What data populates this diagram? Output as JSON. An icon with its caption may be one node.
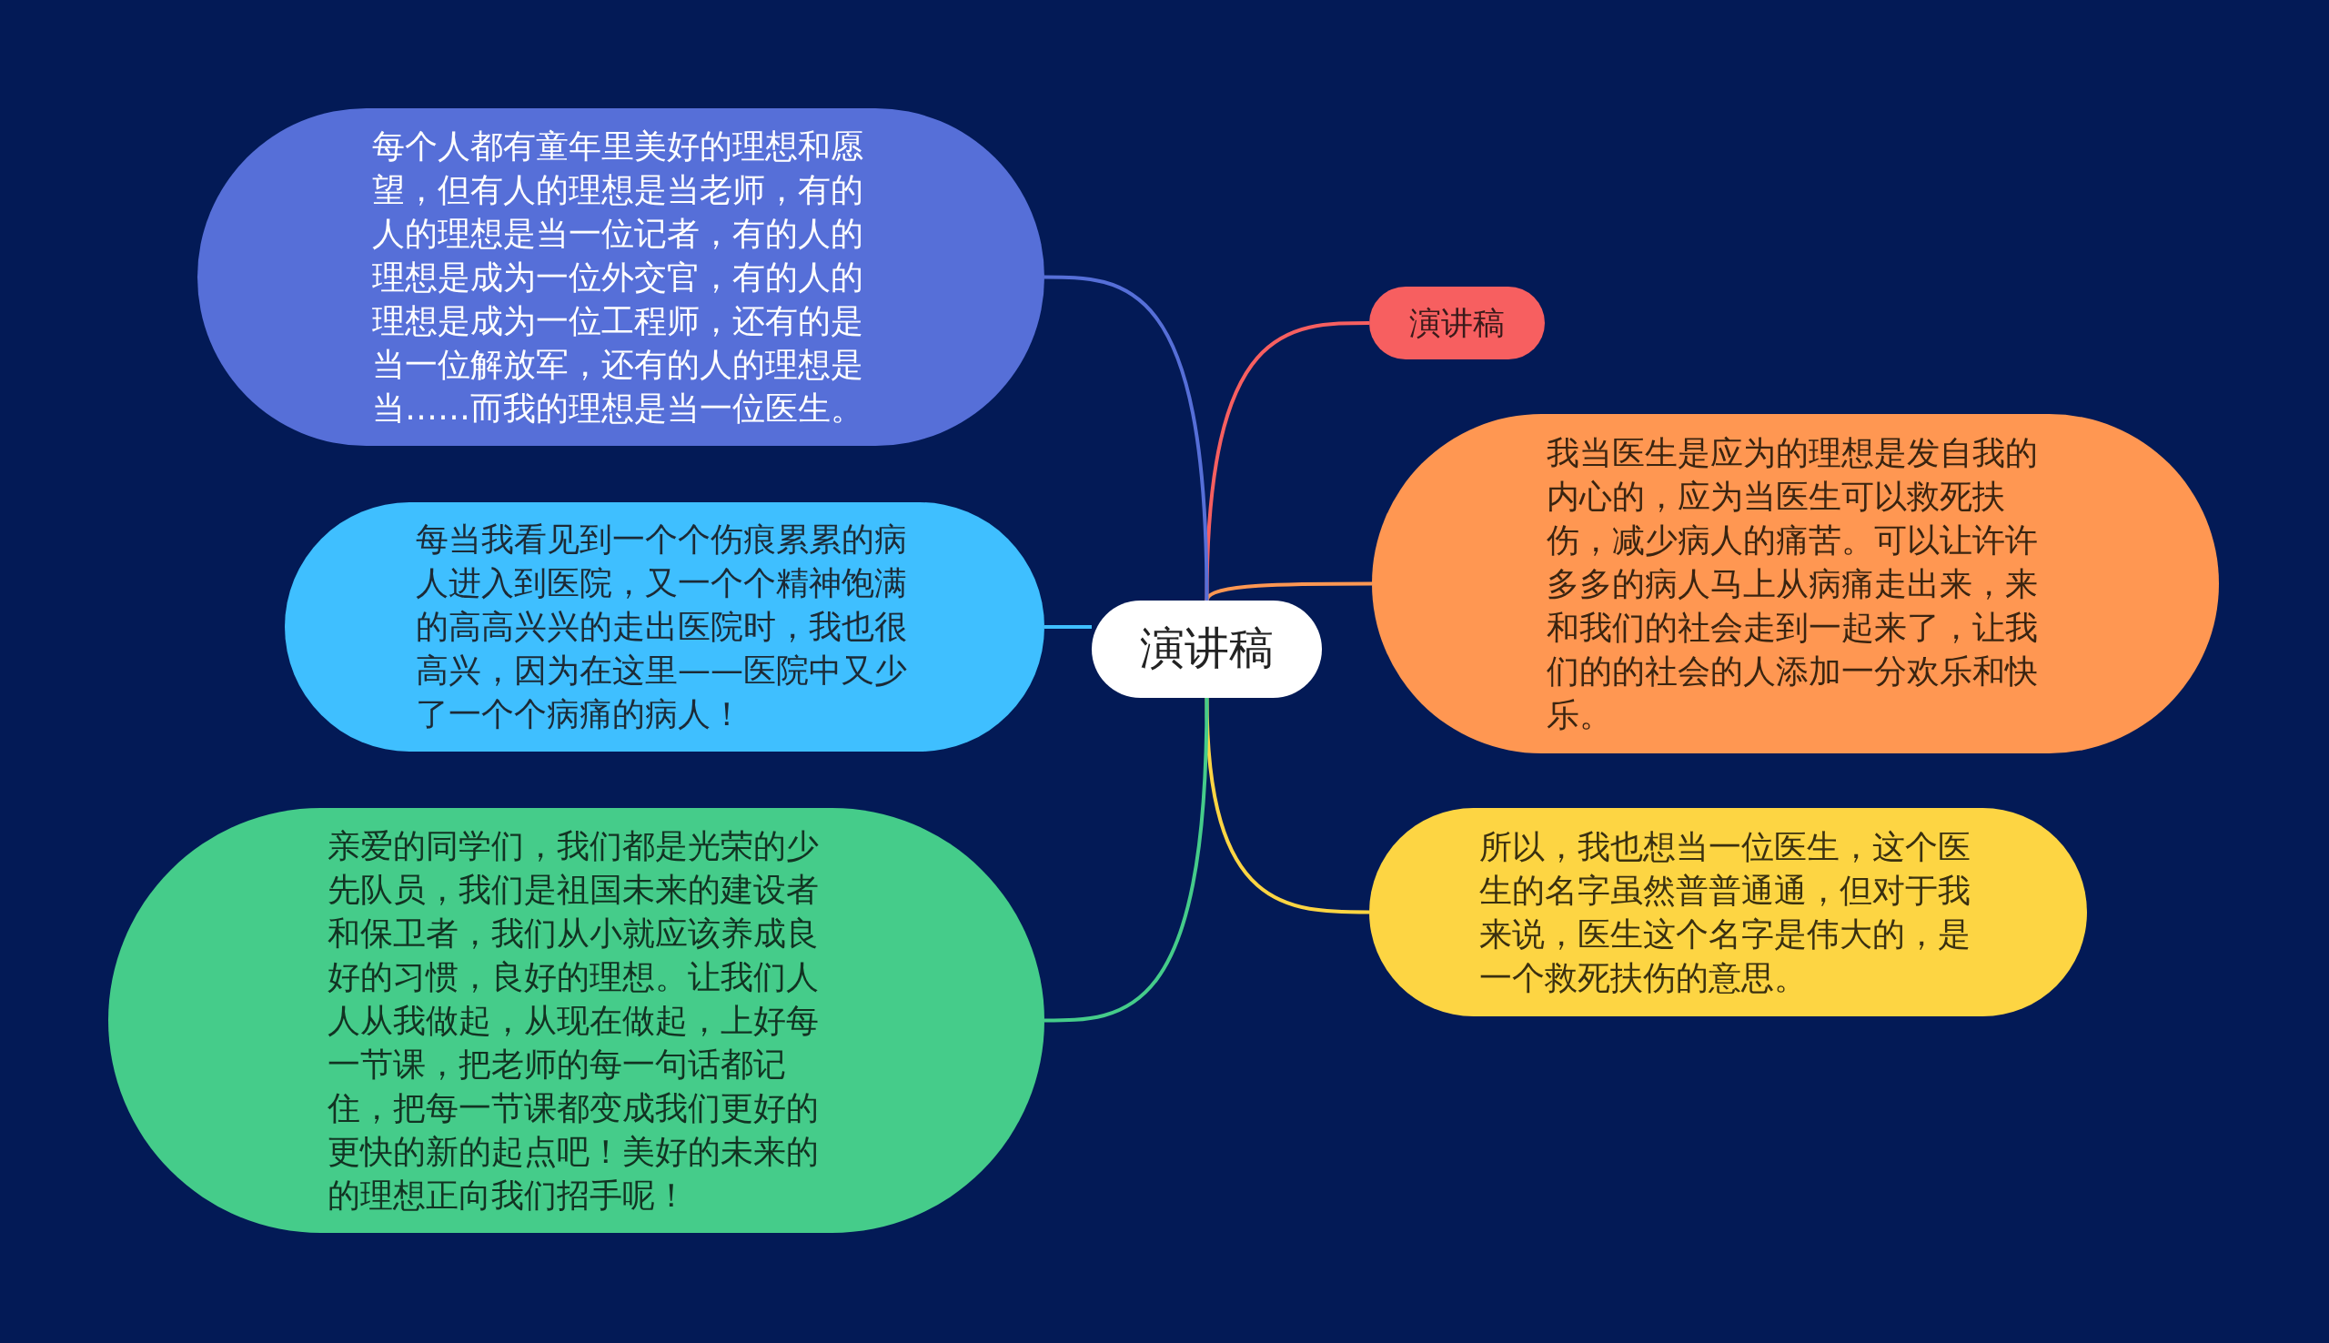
{
  "diagram": {
    "nodes": [
      {
        "text": [
          "演讲稿"
        ]
      },
      {
        "text": [
          "演讲稿"
        ]
      },
      {
        "text": [
          "我当医生是应为的理想是发自我的内心的，应为当医生可以救死扶伤，减少病人的痛苦。可以让许许多多的病人马上从病痛走出来，来和我们的社会走到一起来了，让我们的的社会的人添加一分欢乐和快乐。"
        ]
      },
      {
        "text": [
          "所以，我也想当一位医生，这个医生的名字虽然普普通通，但对于我来说，医生这个名字是伟大的，是一个救死扶伤的意思。"
        ]
      },
      {
        "text": [
          "每个人都有童年里美好的理想和愿望，但有人的理想是当老师，有的人的理想是当一位记者，有的人的理想是成为一位外交官，有的人的理想是成为一位工程师，还有的是当一位解放军，还有的人的理想是当……而我的理想是当一位医生。"
        ]
      },
      {
        "text": [
          "每当我看见到一个个伤痕累累的病人进入到医院，又一个个精神饱满的高高兴兴的走出医院时，我也很高兴，因为在这里——医院中又少了一个个病痛的病人！"
        ]
      },
      {
        "text": [
          "亲爱的同学们，我们都是光荣的少先队员，我们是祖国未来的建设者和保卫者，我们从小就应该养成良好的习惯，良好的理想。让我们人人从我做起，从现在做起，上好每一节课，把老师的每一句话都记住，把每一节课都变成我们更好的更快的新的起点吧！美好的未来的的理想正向我们招手呢！"
        ]
      }
    ],
    "edges": [
      {
        "from": 0,
        "to": 1,
        "arrow": "none",
        "color": "#f75f60"
      },
      {
        "from": 0,
        "to": 2,
        "arrow": "none",
        "color": "#ff9752"
      },
      {
        "from": 0,
        "to": 3,
        "arrow": "none",
        "color": "#fdd543"
      },
      {
        "from": 0,
        "to": 4,
        "arrow": "none",
        "color": "#566fd8"
      },
      {
        "from": 0,
        "to": 5,
        "arrow": "none",
        "color": "#3fbfff"
      },
      {
        "from": 0,
        "to": 6,
        "arrow": "none",
        "color": "#45cc8a"
      }
    ]
  }
}
